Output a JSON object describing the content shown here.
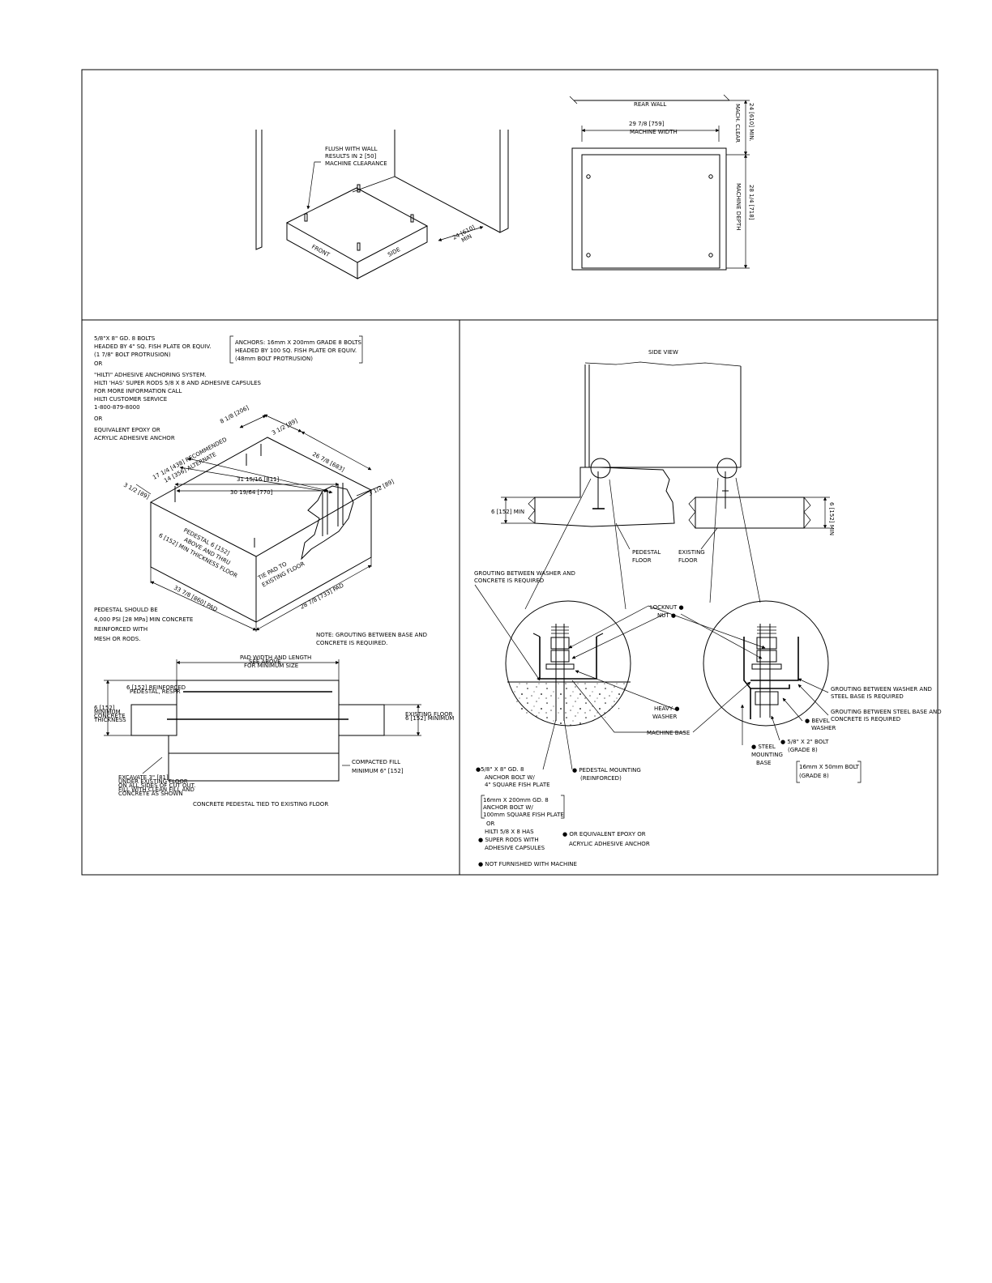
{
  "top_left": {
    "flush_note": [
      "FLUSH WITH WALL",
      "RESULTS IN 2 [50]",
      "MACHINE CLEARANCE"
    ],
    "front": "FRONT",
    "side": "SIDE",
    "min_clear": [
      "24 [610]",
      "MIN"
    ]
  },
  "top_right": {
    "rear_wall": "REAR WALL",
    "width_dim": "29 7/8 [759]",
    "width_label": "MACHINE WIDTH",
    "clear_dim": "24 [610] MIN.",
    "clear_label": "MACH. CLEAR",
    "depth_dim": "28 1/4 [718]",
    "depth_label": "MACHINE DEPTH"
  },
  "bottom_left": {
    "bolts_note": [
      "5/8\"X 8\" GD. 8 BOLTS",
      "HEADED BY 4\" SQ. FISH PLATE OR EQUIV.",
      "(1 7/8\" BOLT PROTRUSION)",
      "OR",
      "\"HILTI\" ADHESIVE ANCHORING SYSTEM.",
      "HILTI 'HAS' SUPER RODS 5/8 X 8 AND ADHESIVE CAPSULES",
      "FOR MORE INFORMATION CALL",
      "HILTI CUSTOMER SERVICE",
      "1-800-879-8000",
      "OR",
      "EQUIVALENT EPOXY OR",
      "ACRYLIC ADHESIVE ANCHOR"
    ],
    "anchors_note": [
      "ANCHORS: 16mm  X 200mm GRADE 8 BOLTS",
      "HEADED BY 100 SQ. FISH PLATE OR EQUIV.",
      "(48mm BOLT PROTRUSION)"
    ],
    "dims": {
      "d1": "8 1/8 [206]",
      "d2": "3 1/2 [89]",
      "d3": "26 7/8 [683]",
      "d4": "17 1/4 [438] RECOMMENDED",
      "d5": "14 [356] ALTERNATE",
      "d6": "31 15/16 [811]",
      "d7": "30 19/64 [770]",
      "d8": "3 1/2 [89]",
      "d9": "3 1/2 [89]",
      "d10": "33 7/8 [860] PAD",
      "d11": "28 7/8 [733] PAD"
    },
    "pedestal_label": [
      "PEDESTAL 6 [152]",
      "ABOVE AND THRU",
      "6 [152] MIN THICKNESS FLOOR"
    ],
    "tie_pad": [
      "TIE PAD TO",
      "EXISTING FLOOR"
    ],
    "pedestal_note": [
      "PEDESTAL SHOULD BE",
      "4,000 PSI [28 MPa] MIN CONCRETE",
      "REINFORCED WITH",
      "MESH OR RODS."
    ],
    "grout_note": [
      "NOTE: GROUTING BETWEEN BASE AND",
      "CONCRETE IS REQUIRED."
    ],
    "section_top_note": [
      "PAD WIDTH AND LENGTH",
      "SEE ABOVE",
      "FOR MINIMUM SIZE"
    ],
    "section_left_1": [
      "6 [152] REINFORCED",
      "PEDESTAL, RESPR"
    ],
    "section_left_2": [
      "6 [152]",
      "MINIMUM",
      "CONCRETE",
      "THICKNESS"
    ],
    "section_right": [
      "EXISTING FLOOR",
      "6 [152] MINIMUM"
    ],
    "excavate_note": [
      "EXCAVATE 3\" [81]",
      "UNDER EXISTING FLOOR",
      "ON ALL SIDES OF CUT OUT.",
      "FILL WITH CLEAN FILL AND",
      "CONCRETE AS SHOWN"
    ],
    "compacted_fill": [
      "COMPACTED FILL",
      "MINIMUM 6\" [152]"
    ],
    "caption": "CONCRETE PEDESTAL TIED TO EXISTING FLOOR"
  },
  "bottom_right": {
    "side_view": "SIDE VIEW",
    "min_left": "6 [152] MIN",
    "min_right": "6 [152] MIN",
    "pedestal_floor": [
      "PEDESTAL",
      "FLOOR"
    ],
    "existing_floor": [
      "EXISTING",
      "FLOOR"
    ],
    "grout_washer_concrete": [
      "GROUTING BETWEEN WASHER AND",
      "CONCRETE IS REQUIRED"
    ],
    "locknut": "LOCKNUT ●",
    "nut": "NUT ●",
    "heavy_washer": [
      "HEAVY ●",
      "WASHER"
    ],
    "machine_base": "MACHINE BASE",
    "grout_washer_steel": [
      "GROUTING BETWEEN WASHER AND",
      "STEEL BASE IS REQUIRED"
    ],
    "grout_steel_concrete": [
      "GROUTING BETWEEN STEEL BASE AND",
      "CONCRETE IS REQUIRED"
    ],
    "bevel_washer": [
      "● BEVEL",
      "WASHER"
    ],
    "bolt_582": [
      "● 5/8\" X 2\" BOLT",
      "(GRADE 8)"
    ],
    "steel_mounting": [
      "● STEEL",
      "MOUNTING",
      "BASE"
    ],
    "bolt_metric": [
      "16mm X 50mm BOLT",
      "(GRADE 8)"
    ],
    "anchor_bolt": [
      "●5/8\" X 8\" GD. 8",
      "ANCHOR BOLT W/",
      "4\" SQUARE FISH PLATE"
    ],
    "pedestal_mounting": [
      "● PEDESTAL MOUNTING",
      "(REINFORCED)"
    ],
    "anchor_metric": [
      "16mm X 200mm GD. 8",
      "ANCHOR BOLT W/",
      "100mm SQUARE FISH PLATE"
    ],
    "hilti_note": [
      "OR",
      "HILTI 5/8 X 8 HAS",
      "● SUPER RODS WITH",
      "ADHESIVE CAPSULES"
    ],
    "epoxy_note": [
      "● OR EQUIVALENT EPOXY OR",
      "ACRYLIC ADHESIVE ANCHOR"
    ],
    "not_furnished": "● NOT FURNISHED WITH MACHINE"
  }
}
